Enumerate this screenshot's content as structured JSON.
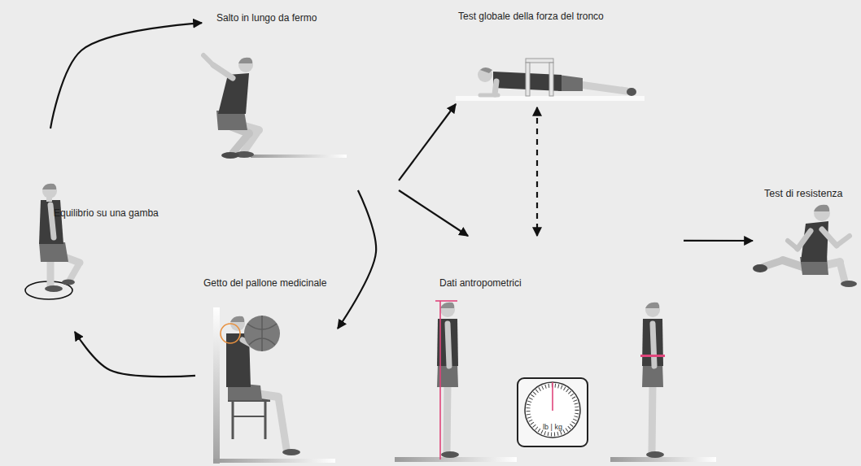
{
  "diagram": {
    "nodes": [
      {
        "text": [
          "Salto in lungo da fermo"
        ]
      },
      {
        "text": [
          "Test globale della forza del tronco"
        ]
      },
      {
        "text": [
          "Test di resistenza"
        ]
      },
      {
        "text": [
          "Equilibrio su una gamba"
        ]
      },
      {
        "text": [
          "Getto del pallone medicinale"
        ]
      },
      {
        "text": [
          "Dati antropometrici"
        ]
      }
    ],
    "edges": [
      {
        "from": 3,
        "to": 0,
        "arrow": "to"
      },
      {
        "from": 0,
        "to": 4,
        "arrow": "to"
      },
      {
        "from": 4,
        "to": 3,
        "arrow": "to"
      },
      {
        "from": 0,
        "to": 1,
        "arrow": "to"
      },
      {
        "from": 0,
        "to": 5,
        "arrow": "to"
      },
      {
        "from": 1,
        "to": 5,
        "arrow": "both"
      },
      {
        "from": 5,
        "to": 2,
        "arrow": "to"
      }
    ],
    "labels": [
      "lb | kg"
    ]
  }
}
